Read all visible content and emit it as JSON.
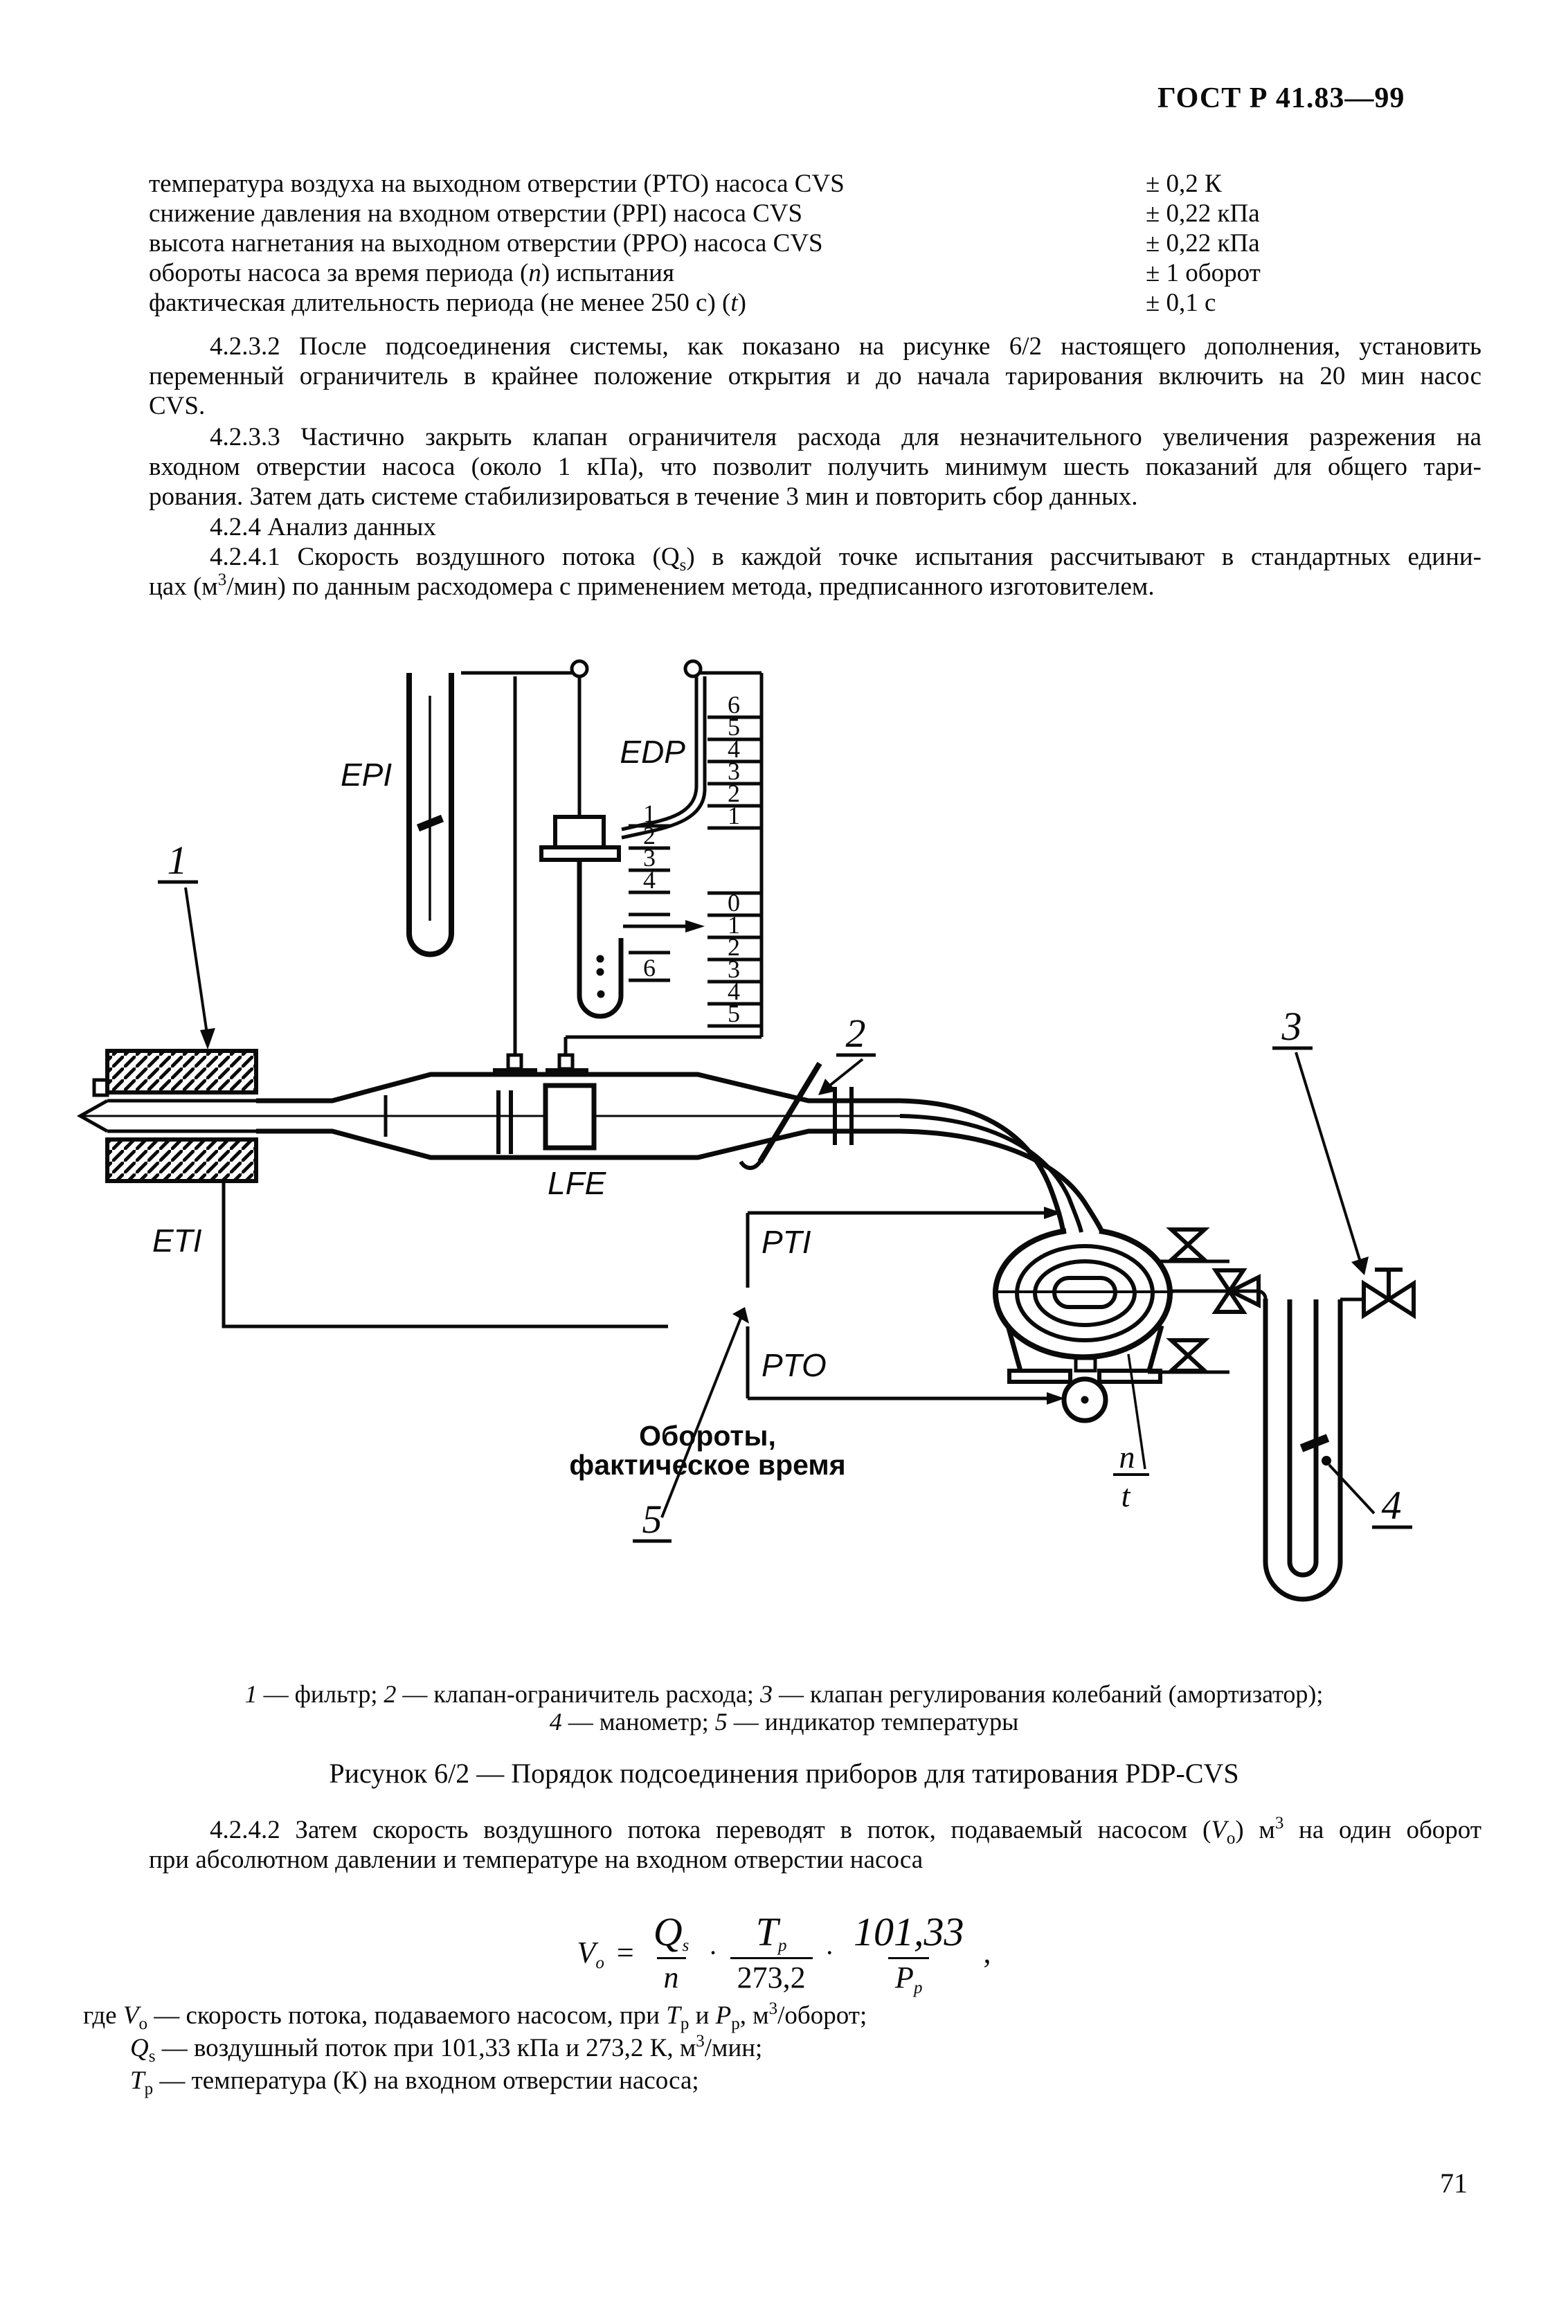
{
  "header": {
    "title": "ГОСТ Р 41.83—99"
  },
  "tolerances": {
    "rows": [
      {
        "p": [
          "температура воздуха на выходном отверстии (РТО) насоса CVS",
          "",
          ""
        ],
        "value": "± 0,2 К"
      },
      {
        "p": [
          "снижение давления на входном отверстии (PPI) насоса CVS",
          "",
          ""
        ],
        "value": "± 0,22 кПа"
      },
      {
        "p": [
          "высота нагнетания на выходном отверстии (РРО) насоса CVS",
          "",
          ""
        ],
        "value": "± 0,22 кПа"
      },
      {
        "p": [
          "обороты насоса за время периода (",
          "n",
          ") испытания"
        ],
        "value": "± 1 оборот"
      },
      {
        "p": [
          "фактическая длительность периода (не менее 250 с) (",
          "t",
          ")"
        ],
        "value": "± 0,1 с"
      }
    ]
  },
  "p4232": {
    "l1": "4.2.3.2 После подсоединения системы, как показано на рисунке 6/2 настоящего дополнения, установить",
    "l2": "переменный ограничитель в крайнее положение открытия и до начала тарирования включить на 20 мин насос",
    "l3": "CVS."
  },
  "p4233": {
    "l1": "4.2.3.3 Частично закрыть клапан ограничителя расхода для незначительного увеличения разрежения на",
    "l2": "входном отверстии насоса (около 1 кПа), что позволит получить минимум шесть показаний для общего тари-",
    "l3": "рования. Затем дать системе стабилизироваться в течение 3 мин и повторить сбор данных."
  },
  "p424": {
    "l1": "4.2.4 Анализ данных"
  },
  "p4241": {
    "l1a": "4.2.4.1 Скорость воздушного потока (Q",
    "l1sub": "s",
    "l1b": ") в каждой точке испытания рассчитывают в стандартных едини-",
    "l2a": "цах (м",
    "l2sup": "3",
    "l2b": "/мин) по данным расходомера с применением метода, предписанного изготовителем."
  },
  "figure": {
    "labels": {
      "epi": "EPI",
      "edp": "EDP",
      "eti": "ETI",
      "lfe": "LFE",
      "pti": "PTI",
      "pto": "PTO",
      "rev1": "Обороты,",
      "rev2": "фактическое время",
      "n": "n",
      "t": "t",
      "c1": "1",
      "c2": "2",
      "c3": "3",
      "c4": "4",
      "c5": "5"
    },
    "edp_scale_right": [
      "6",
      "5",
      "4",
      "3",
      "2",
      "1"
    ],
    "edp_scale_mid": [
      "1",
      "2",
      "3",
      "4"
    ],
    "edp_scale_mid6": "6",
    "edp_scale_lower": [
      "0",
      "1",
      "2",
      "3",
      "4",
      "5"
    ]
  },
  "figure_caption": {
    "l1": [
      "1",
      " — фильтр;  ",
      "2",
      " — клапан-ограничитель расхода;  ",
      "3",
      " — клапан  регулирования  колебаний  (амортизатор);"
    ],
    "l2": [
      "4",
      "  —  манометр; ",
      "5",
      " — индикатор температуры"
    ],
    "title": "Рисунок 6/2 — Порядок подсоединения приборов для татирования PDP-CVS"
  },
  "p4242": {
    "l1a": "4.2.4.2 Затем скорость воздушного потока переводят в поток, подаваемый насосом (",
    "l1V": "V",
    "l1Vsub": "о",
    "l1b": ") м",
    "l1sup": "3",
    "l1c": " на один оборот",
    "l2": "при абсолютном давлении и температуре на входном отверстии насоса"
  },
  "formula": {
    "V": "V",
    "Vsub": "о",
    "eq": "=",
    "Qn": "Q",
    "Qnsub": "s",
    "Qd": "n",
    "Tn": "T",
    "Tnsub": "р",
    "Td": "273,2",
    "Pn": "101,33",
    "Pd": "P",
    "Pdsub": "р",
    "dot": "·",
    "comma": ","
  },
  "where": {
    "l1": {
      "a": "где ",
      "V": "V",
      "Vsub": "о",
      "b": " — скорость потока, подаваемого насосом, при ",
      "T": "T",
      "Tsub": "р",
      "c": " и ",
      "P": "P",
      "Psub": "р",
      "d": ", м",
      "sup": "3",
      "e": "/оборот;"
    },
    "l2": {
      "Q": "Q",
      "Qsub": "s",
      "a": " — воздушный поток при 101,33 кПа и 273,2 К, м",
      "sup": "3",
      "b": "/мин;"
    },
    "l3": {
      "T": "T",
      "Tsub": "р",
      "a": " — температура (К) на входном отверстии насоса;"
    }
  },
  "page_number": "71"
}
